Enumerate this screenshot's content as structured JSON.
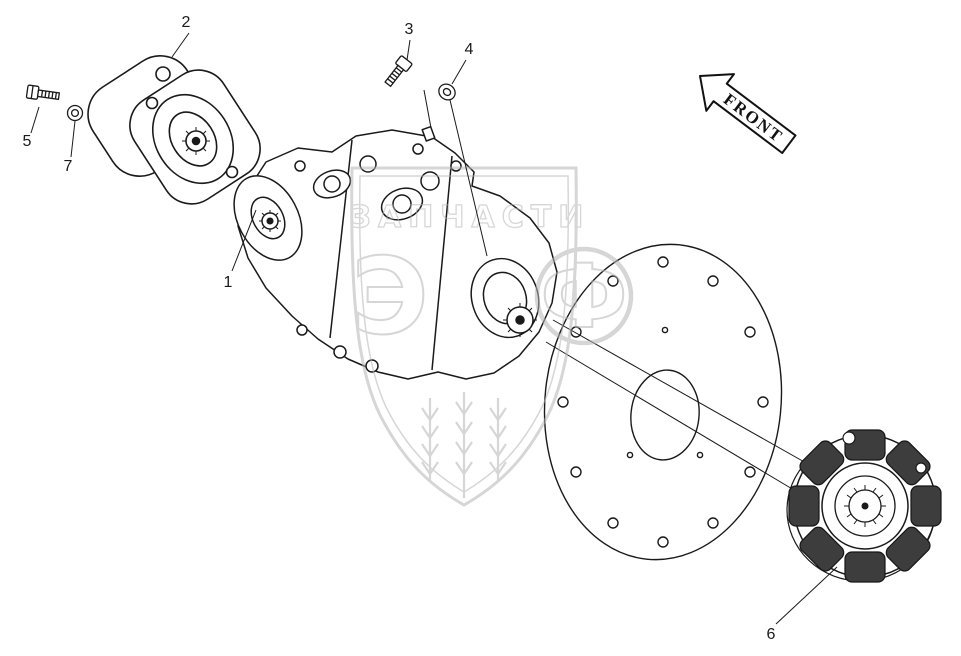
{
  "callouts": [
    {
      "label": "1"
    },
    {
      "label": "2"
    },
    {
      "label": "3"
    },
    {
      "label": "4"
    },
    {
      "label": "5"
    },
    {
      "label": "6"
    },
    {
      "label": "7"
    }
  ],
  "front_arrow": {
    "label": "FRONT"
  },
  "watermark": {
    "word": "ЗАПЧАСТИ",
    "letter_left": "Э",
    "letter_right": "Ф"
  },
  "colors": {
    "background": "#ffffff",
    "line": "#1a1a1a",
    "watermark": "#b5b5b5",
    "coupling_block": "#3d3d3d"
  }
}
